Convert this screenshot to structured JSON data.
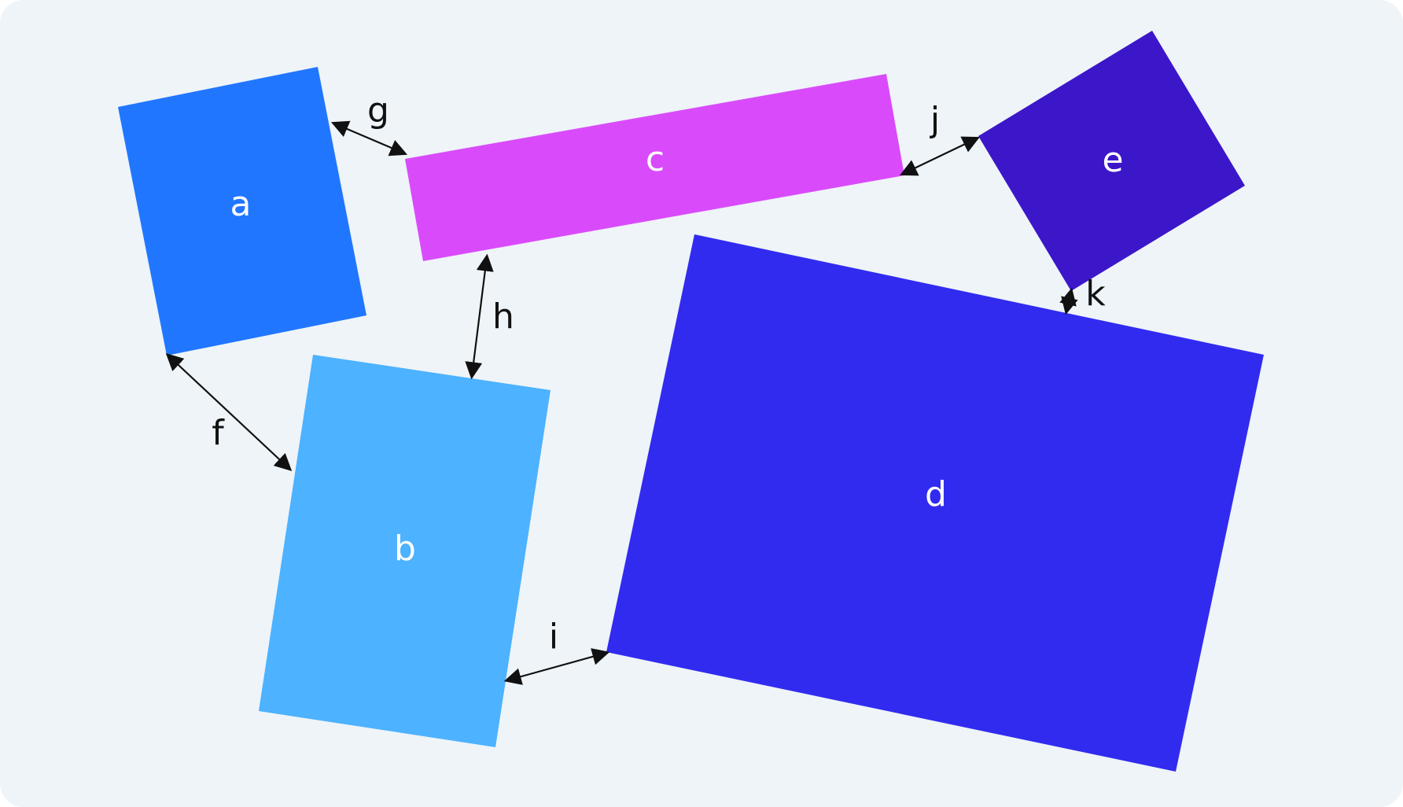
{
  "diagram": {
    "background_color": "#eef4f8",
    "shapes": [
      {
        "id": "a",
        "label": "a",
        "color": "#2176ff"
      },
      {
        "id": "b",
        "label": "b",
        "color": "#4db2ff"
      },
      {
        "id": "c",
        "label": "c",
        "color": "#d94bfa"
      },
      {
        "id": "d",
        "label": "d",
        "color": "#312bf0"
      },
      {
        "id": "e",
        "label": "e",
        "color": "#3c16c9"
      }
    ],
    "gaps": [
      {
        "id": "f",
        "label": "f"
      },
      {
        "id": "g",
        "label": "g"
      },
      {
        "id": "h",
        "label": "h"
      },
      {
        "id": "i",
        "label": "i"
      },
      {
        "id": "j",
        "label": "j"
      },
      {
        "id": "k",
        "label": "k"
      }
    ],
    "arrow_color": "#111111"
  }
}
